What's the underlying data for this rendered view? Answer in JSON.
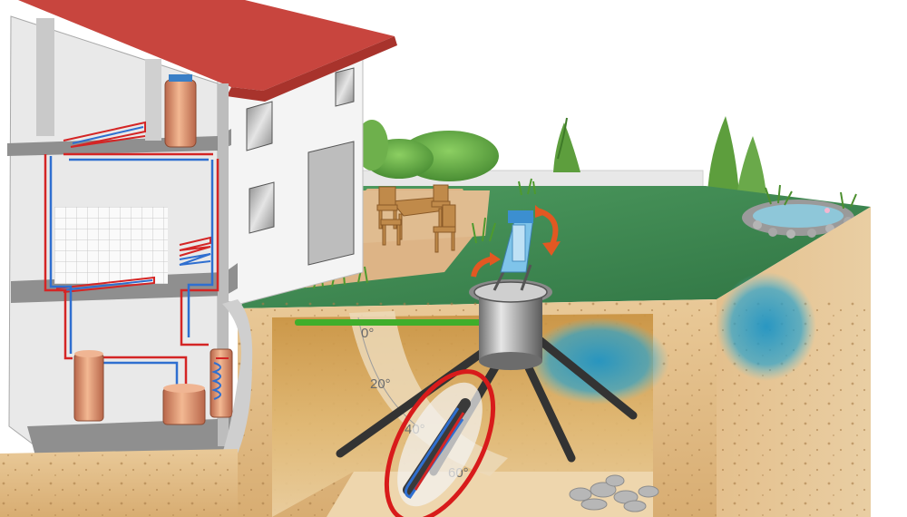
{
  "angle_scale": {
    "labels": [
      "0°",
      "20°",
      "40°",
      "60°"
    ]
  },
  "colors": {
    "roof": "#c8453e",
    "wall": "#f2f2f2",
    "lawn": "#3f8a52",
    "soil": "#e6c79a",
    "soil_dark": "#c99a5e",
    "groundwater": "#2a9fc6",
    "hot_pipe": "#d42525",
    "cold_pipe": "#2f6fd0",
    "tank": "#e8a07a",
    "probe_tube": "#3a3a3a",
    "highlight_ring": "#d81b1b",
    "arrow": "#e25822",
    "green_pipe": "#3fae2b"
  },
  "icons": {
    "house": "house-cutaway",
    "heat_pump": "heat-pump-unit",
    "manifold": "geothermal-manifold",
    "rotation": "rotation-arrow-icon",
    "probe": "geothermal-probe",
    "water": "groundwater-lens"
  }
}
